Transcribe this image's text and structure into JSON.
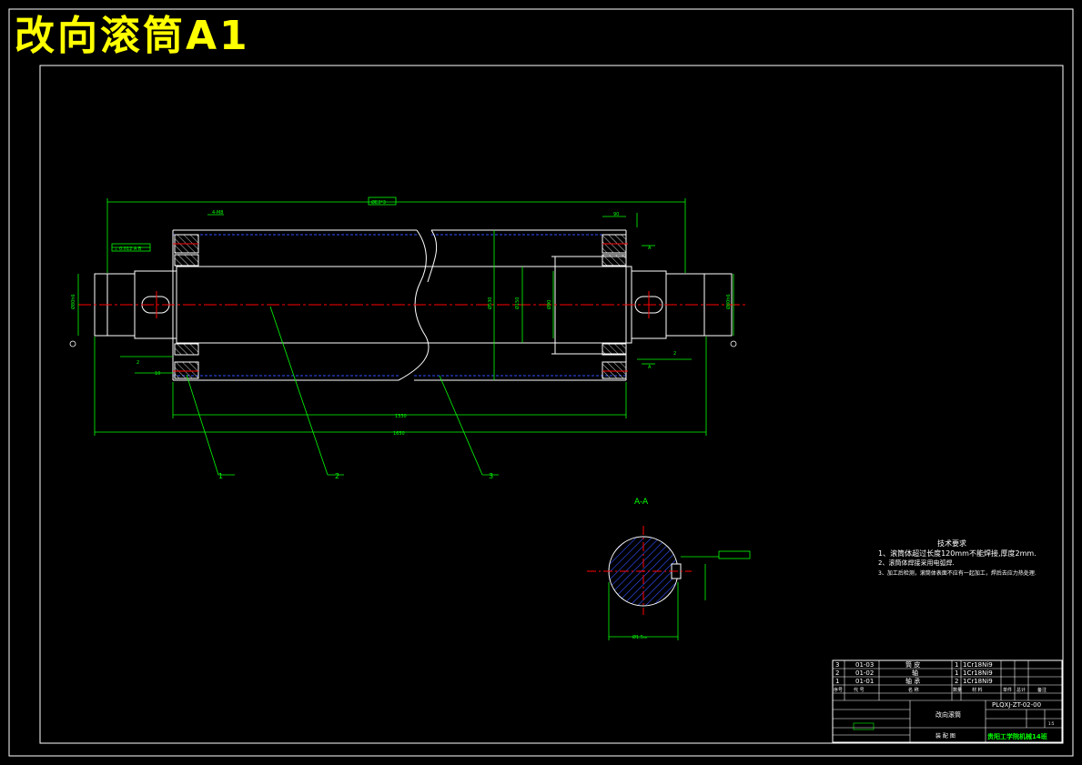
{
  "title": "改向滚筒A1",
  "colors": {
    "background": "#000000",
    "border": "#ffffff",
    "dimension": "#00ff00",
    "outline": "#ffffff",
    "centerline": "#ff0000",
    "hidden": "#0000ff",
    "section_hatch": "#0000ff",
    "title_text": "#ffff00",
    "leader": "#00ff00"
  },
  "drawing": {
    "balloons": [
      "1",
      "2",
      "3"
    ],
    "section_label": "A-A",
    "cut_mark_labels": [
      "A",
      "A"
    ]
  },
  "tech_requirements": {
    "heading": "技术要求",
    "items": [
      "1、滚筒体超过长度120mm不能焊接,厚度2mm.",
      "2、滚筒体焊接采用电弧焊.",
      "3、加工后检测，滚筒体表面不应有一起加工，焊后去应力热处理."
    ]
  },
  "parts_list": {
    "rows": [
      {
        "no": "3",
        "code": "01-03",
        "name": "筒 皮",
        "qty": "1",
        "material": "1Cr18Ni9"
      },
      {
        "no": "2",
        "code": "01-02",
        "name": "轴",
        "qty": "1",
        "material": "1Cr18Ni9"
      },
      {
        "no": "1",
        "code": "01-01",
        "name": "轴 承",
        "qty": "2",
        "material": "1Cr18Ni9"
      }
    ],
    "header": [
      "序号",
      "代 号",
      "名 称",
      "数量",
      "材 料",
      "单件",
      "总计",
      "备注"
    ]
  },
  "title_block": {
    "drawing_name": "改向滚筒",
    "drawing_number": "PLQXJ-ZT-02-00",
    "sheet": "装 配 图",
    "school": "贵阳工学院机械14班",
    "scale": "1:5"
  }
}
